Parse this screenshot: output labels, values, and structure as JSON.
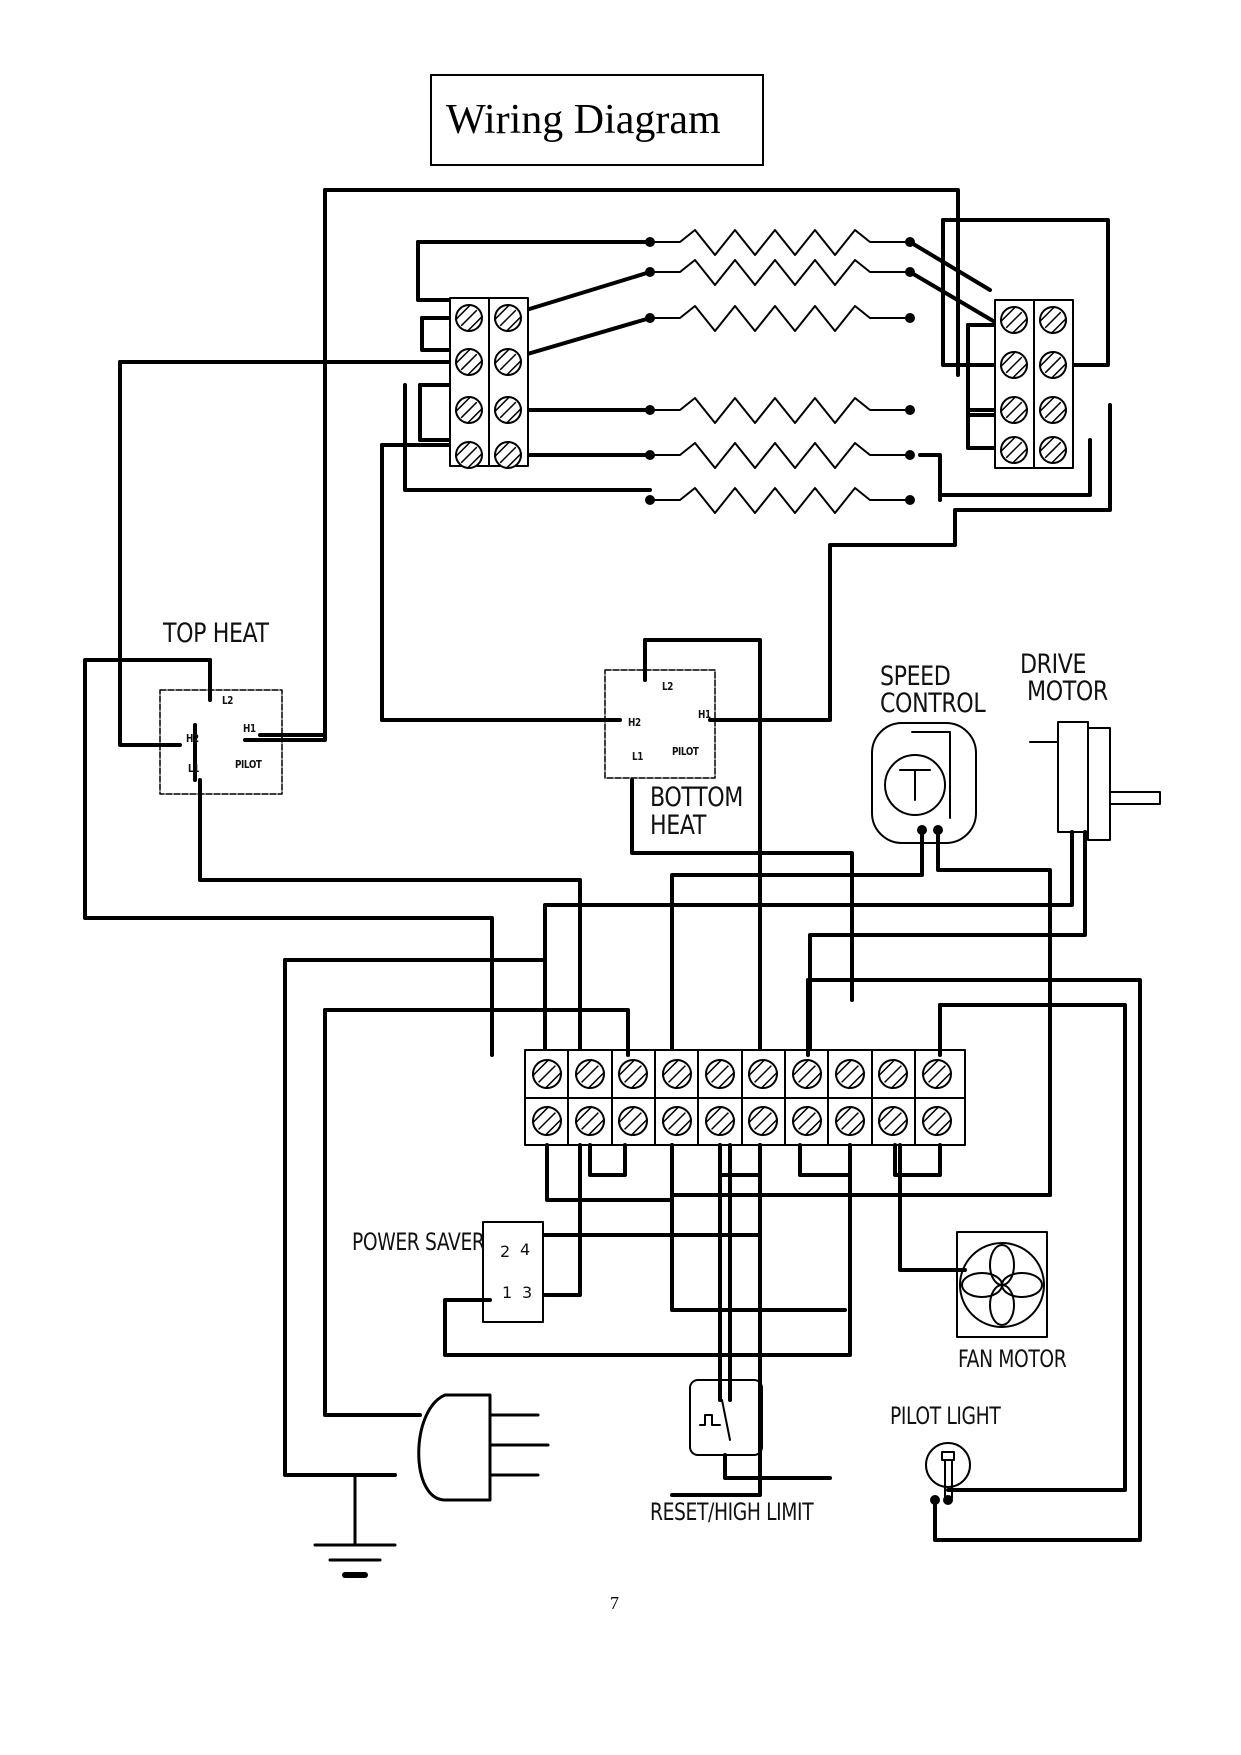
{
  "title": "Wiring Diagram",
  "page_number": "7",
  "labels": {
    "top_heat": "TOP HEAT",
    "bottom_heat_1": "BOTTOM",
    "bottom_heat_2": "HEAT",
    "speed_control_1": "SPEED",
    "speed_control_2": "CONTROL",
    "drive_motor_1": "DRIVE",
    "drive_motor_2": "MOTOR",
    "power_saver": "POWER SAVER",
    "fan_motor": "FAN MOTOR",
    "pilot_light": "PILOT LIGHT",
    "reset_high_limit": "RESET/HIGH LIMIT"
  },
  "switch_terminals": {
    "l2": "L2",
    "h2": "H2",
    "h1": "H1",
    "l1": "L1",
    "pilot": "PILOT"
  },
  "power_saver_terminals": {
    "t2": "2",
    "t4": "4",
    "t1": "1",
    "t3": "3"
  }
}
